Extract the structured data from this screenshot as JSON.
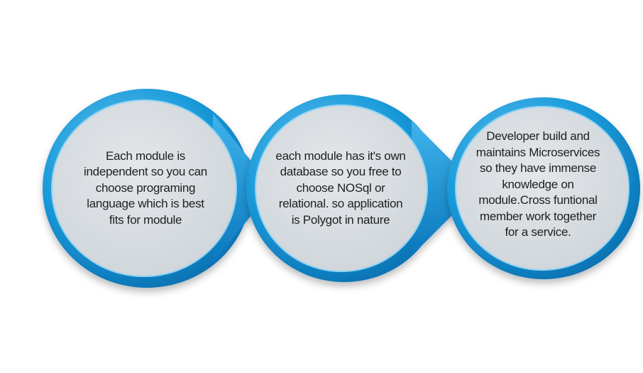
{
  "diagram": {
    "steps": [
      {
        "text": "Each module is independent so you can choose programing language which is best fits for module"
      },
      {
        "text": "each module has it's own database so you free to choose NOSql or relational. so application is Polygot in nature"
      },
      {
        "text": "Developer build and maintains Microservices so they have immense knowledge on module.Cross funtional member work together for a service."
      }
    ],
    "colors": {
      "ring": "#1a9ad9",
      "ring_dark": "#0a6fb0",
      "fill": "#dde1e4",
      "text": "#1f1f1f"
    }
  }
}
